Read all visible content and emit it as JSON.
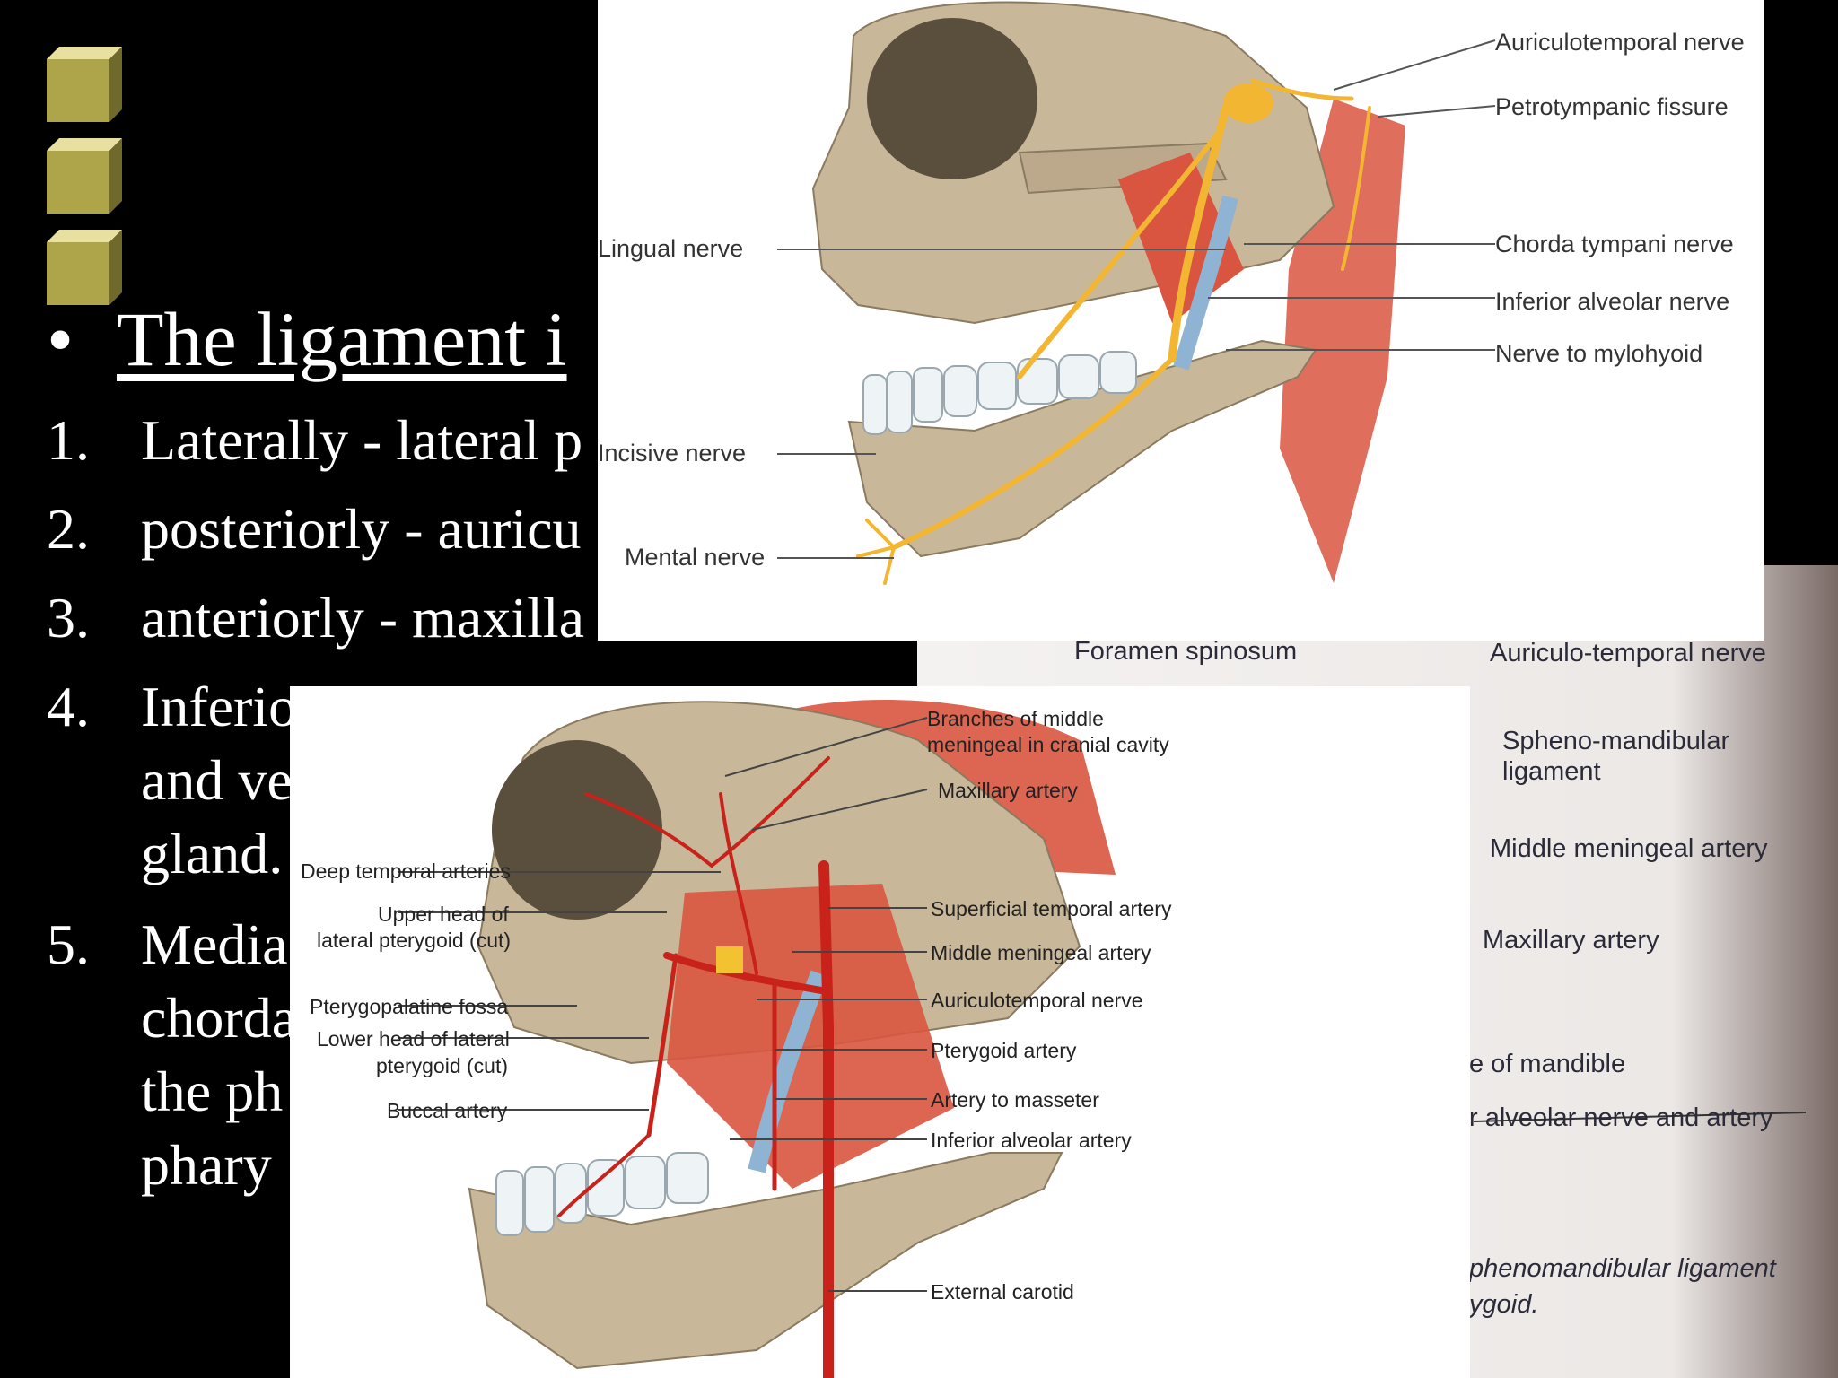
{
  "slide": {
    "heading": "The ligament i",
    "bullet": "•",
    "list": [
      {
        "num": "1.",
        "text": "Laterally - lateral p"
      },
      {
        "num": "2.",
        "text": "posteriorly - auricu"
      },
      {
        "num": "3.",
        "text": "anteriorly - maxilla"
      },
      {
        "num": "4.",
        "text": "Inferio",
        "cont": [
          "and ve",
          "gland."
        ]
      },
      {
        "num": "5.",
        "text": "Media",
        "cont": [
          "chorda",
          "the ph",
          "phary"
        ]
      }
    ]
  },
  "figures": {
    "nerves": {
      "labels": {
        "auriculotemporal": "Auriculotemporal nerve",
        "petrotympanic": "Petrotympanic fissure",
        "lingual": "Lingual nerve",
        "chorda": "Chorda tympani nerve",
        "inferior_alveolar": "Inferior alveolar nerve",
        "mylohyoid": "Nerve to mylohyoid",
        "incisive": "Incisive nerve",
        "mental": "Mental nerve"
      }
    },
    "scan": {
      "labels": {
        "foramen": "Foramen spinosum",
        "auriculo": "Auriculo-temporal nerve",
        "spheno": "Spheno-mandibular",
        "spheno2": "ligament",
        "middle_meningeal": "Middle meningeal artery",
        "maxillary": "Maxillary artery",
        "mandible": "e of mandible",
        "alveolar": "r alveolar nerve and artery",
        "sphenomandibular": "phenomandibular ligament",
        "pterygoid": "ygoid."
      }
    },
    "arteries": {
      "labels": {
        "branches1": "Branches of middle",
        "branches2": "meningeal in cranial cavity",
        "maxillary": "Maxillary artery",
        "deep_temporal": "Deep temporal arteries",
        "upper_head1": "Upper head of",
        "upper_head2": "lateral pterygoid (cut)",
        "superficial_temporal": "Superficial temporal artery",
        "middle_meningeal": "Middle meningeal artery",
        "pterygopalatine": "Pterygopalatine fossa",
        "auriculotemporal": "Auriculotemporal nerve",
        "lower_head1": "Lower head of lateral",
        "lower_head2": "pterygoid (cut)",
        "pterygoid_artery": "Pterygoid artery",
        "buccal": "Buccal artery",
        "masseter": "Artery to masseter",
        "inferior_alveolar": "Inferior alveolar artery",
        "external_carotid": "External carotid"
      }
    }
  },
  "colors": {
    "background": "#000000",
    "text": "#ffffff",
    "bone": "#c9b79a",
    "muscle": "#d9553f",
    "nerve": "#f2b632",
    "artery": "#c8221b",
    "vein": "#8fb3d3",
    "cube": "#b5ad4e"
  }
}
